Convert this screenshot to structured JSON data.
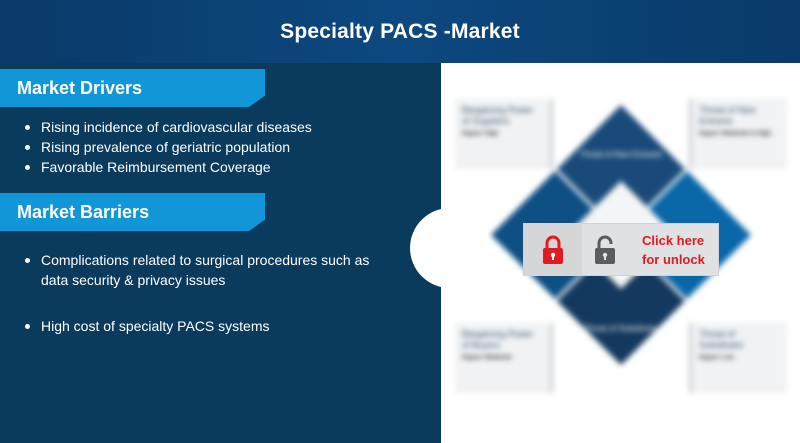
{
  "header": {
    "title": "Specialty PACS -Market"
  },
  "drivers": {
    "heading": "Market Drivers",
    "items": [
      "Rising incidence of cardiovascular diseases",
      "Rising prevalence of geriatric population",
      "Favorable Reimbursement Coverage"
    ]
  },
  "barriers": {
    "heading": "Market Barriers",
    "items": [
      "Complications related to surgical procedures such as data security & privacy issues",
      "High cost of specialty PACS systems"
    ]
  },
  "unlock": {
    "line1": "Click here",
    "line2": "for unlock",
    "icons": [
      "padlock-closed-icon",
      "padlock-open-icon"
    ]
  },
  "blurred_chart": {
    "boxes": [
      {
        "title": "Bargaining Power of Suppliers",
        "impact": "Impact: High"
      },
      {
        "title": "Threat of New Entrants",
        "impact": "Impact: Moderate to High"
      },
      {
        "title": "Bargaining Power of Buyers",
        "impact": "Impact: Moderate"
      },
      {
        "title": "Threat of Substitutes",
        "impact": "Impact: Low"
      }
    ],
    "diamond_labels": [
      "Threat of New Entrants",
      "Threat of Substitutes"
    ]
  },
  "colors": {
    "header": "#0d4880",
    "panel": "#0a3a5c",
    "tab": "#1196d8",
    "unlock_text": "#e01b22"
  }
}
